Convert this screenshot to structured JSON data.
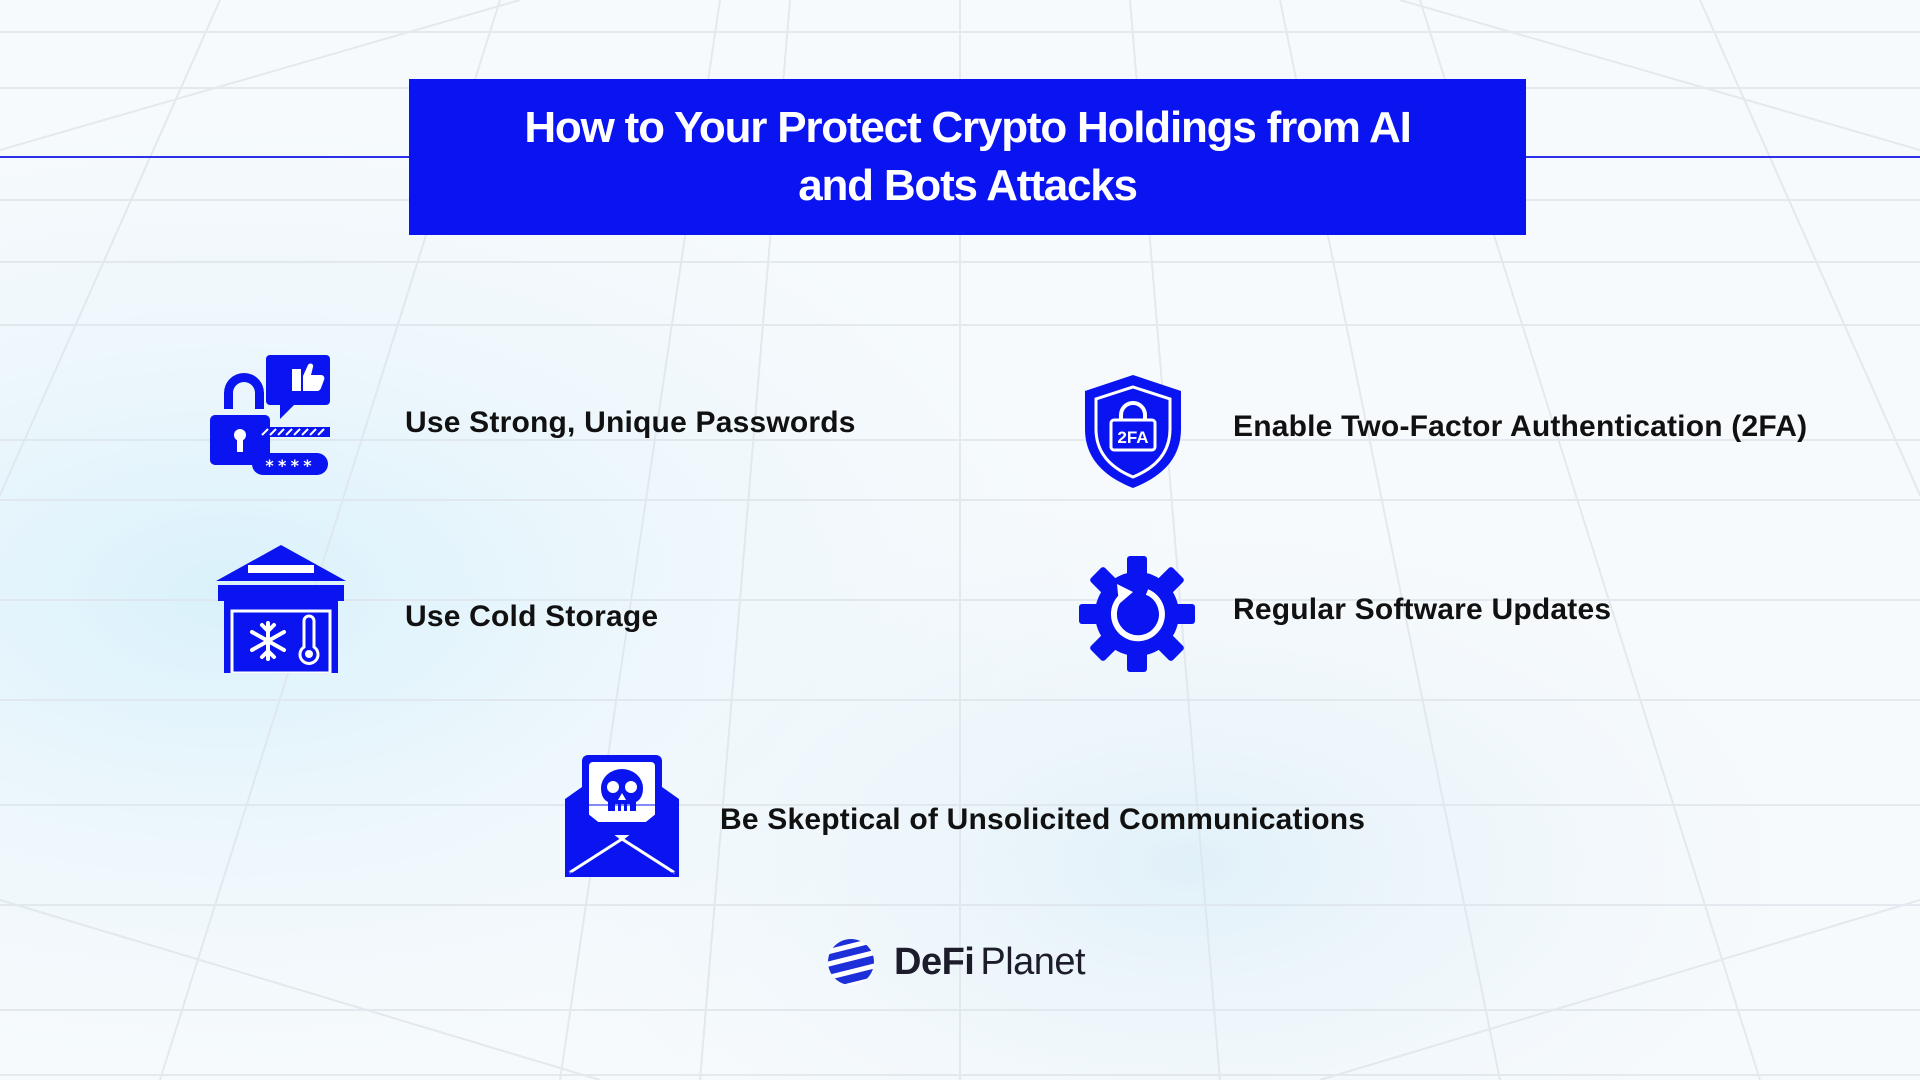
{
  "title": {
    "line1": "How to Your Protect Crypto Holdings from AI",
    "line2": "and Bots Attacks"
  },
  "items": [
    {
      "label": "Use Strong, Unique Passwords",
      "icon": "password-lock-icon"
    },
    {
      "label": "Enable Two-Factor Authentication (2FA)",
      "icon": "shield-2fa-icon",
      "icon_text": "2FA"
    },
    {
      "label": "Use Cold Storage",
      "icon": "cold-storage-icon"
    },
    {
      "label": "Regular Software Updates",
      "icon": "gear-refresh-icon"
    },
    {
      "label": "Be Skeptical of Unsolicited Communications",
      "icon": "malicious-email-icon"
    }
  ],
  "password_mask": "****",
  "brand": {
    "defi": "DeFi",
    "planet": "Planet"
  },
  "colors": {
    "accent": "#0a14f0",
    "text": "#111111",
    "background": "#f6fafd"
  }
}
